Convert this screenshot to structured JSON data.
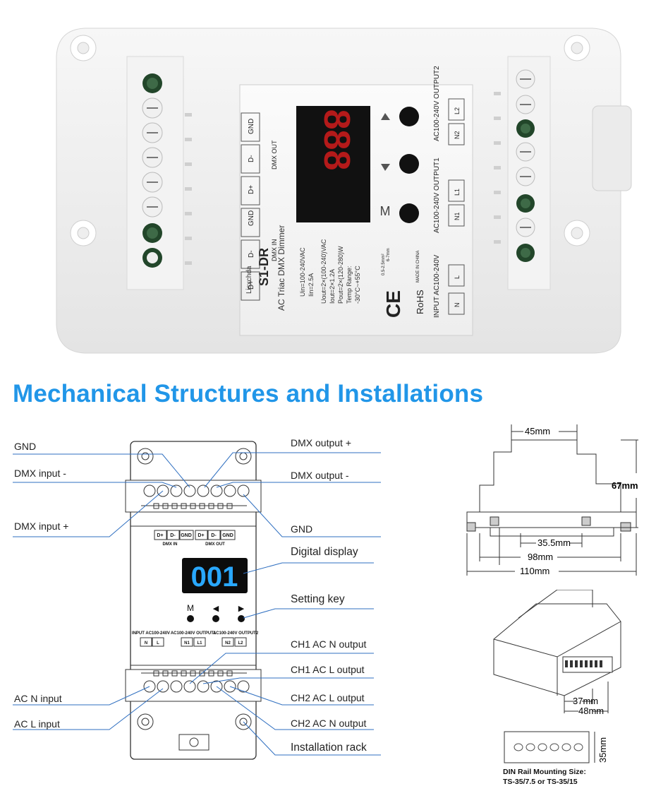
{
  "product": {
    "brand": "Lisxchda",
    "model": "S1-DR",
    "subtitle": "AC Triac DMX Dimmer",
    "specs": [
      "Uin=100-240VAC",
      "Iin=2.5A",
      "Uout=2×(100-240)VAC",
      "Iout=2×1.2A",
      "Pout=2×(120-280)W",
      "Temp Range:",
      "-30°C~+55°C"
    ],
    "terminals_left": [
      "D+",
      "D-",
      "GND",
      "D+",
      "D-",
      "GND"
    ],
    "dmx_in_label": "DMX IN",
    "dmx_out_label": "DMX OUT",
    "output2_label": "AC100-240V OUTPUT2",
    "output1_label": "AC100-240V OUTPUT1",
    "input_label": "INPUT AC100-240V",
    "terminals_right": [
      "L2",
      "N2",
      "L1",
      "N1",
      "L",
      "N"
    ],
    "m_key": "M",
    "made_in": "MADE IN CHINA",
    "rohs": "RoHS",
    "ce": "CE",
    "wire_gauge_1": "0.5-2.5mm²",
    "wire_gauge_2": "6-7mm"
  },
  "section_title": "Mechanical Structures and Installations",
  "diagram": {
    "front_labels": {
      "dmx_in": "DMX IN",
      "dmx_out": "DMX OUT",
      "terminals": [
        "D+",
        "D-",
        "GND",
        "D+",
        "D-",
        "GND"
      ],
      "display_value": "001",
      "key_m": "M",
      "key_left": "◀",
      "key_right": "▶",
      "input_block": "INPUT AC100-240V",
      "out1_block": "AC100-240V OUTPUT1",
      "out2_block": "AC100-240V OUTPUT2",
      "io_terminals": [
        "N",
        "L",
        "N1",
        "L1",
        "N2",
        "L2"
      ]
    },
    "callouts_left": [
      "GND",
      "DMX input -",
      "DMX input +",
      "AC N input",
      "AC L input"
    ],
    "callouts_right": [
      "DMX output +",
      "DMX output -",
      "GND",
      "Digital display",
      "Setting key",
      "CH1 AC N output",
      "CH1 AC L output",
      "CH2 AC L output",
      "CH2 AC N output",
      "Installation rack"
    ]
  },
  "dimensions": {
    "top_width": "45mm",
    "height": "67mm",
    "inner": "35.5mm",
    "mid": "98mm",
    "overall": "110mm",
    "rail_a": "37mm",
    "rail_b": "48mm",
    "rail_height": "35mm",
    "din_note_1": "DIN Rail Mounting Size:",
    "din_note_2": "TS-35/7.5 or TS-35/15"
  }
}
